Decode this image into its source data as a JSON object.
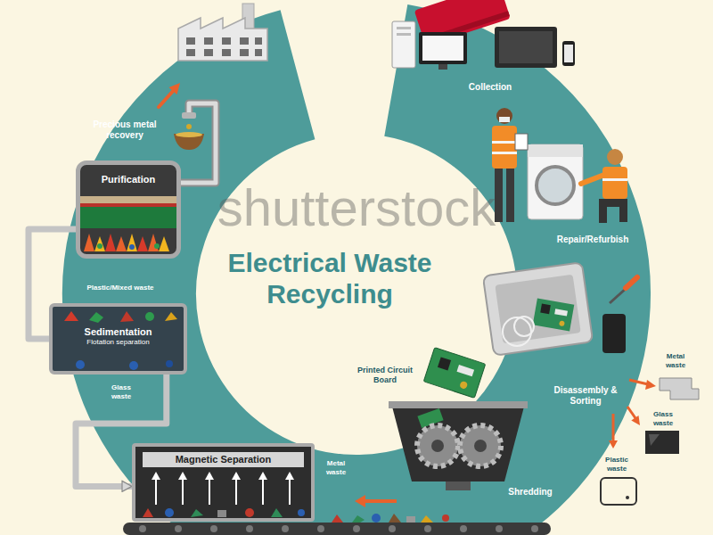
{
  "diagram": {
    "title": "Electrical Waste Recycling",
    "nodes": [
      {
        "text": [
          "Purification"
        ]
      },
      {
        "text": [
          "Sedimentation",
          "Flotation separation"
        ]
      },
      {
        "text": [
          "Magnetic Separation"
        ]
      }
    ],
    "edges": [
      {
        "from": 0,
        "to": 1,
        "arrow": "none"
      },
      {
        "from": 1,
        "to": 2,
        "arrow": "to"
      }
    ],
    "labels": [
      "Collection",
      "Repair/Refurbish",
      "Disassembly & Sorting",
      "Metal waste",
      "Glass waste",
      "Plastic waste",
      "Printed Circuit Board",
      "Shredding",
      "Metal waste",
      "Plastic/Mixed waste",
      "Glass waste",
      "Precious metal recovery",
      "shutterstock"
    ]
  }
}
